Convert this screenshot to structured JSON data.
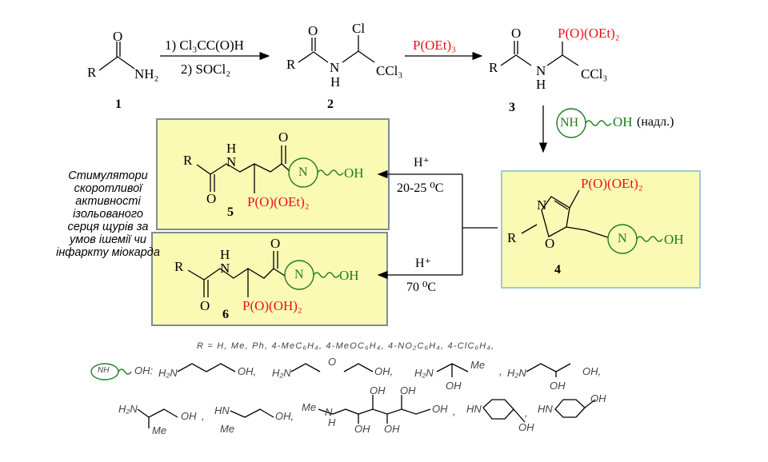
{
  "colors": {
    "reagent_red": "#e8101a",
    "amine_green": "#1f7a1f",
    "box_fill": "#fafab4"
  },
  "reagents": {
    "step1_line1": "1) Cl₃CC(O)H",
    "step1_line2": "2) SOCl₂",
    "step2": "P(OEt)₃",
    "step3_amine": "NH",
    "step3_oh": "OH",
    "step3_excess": "(надл.)",
    "acid_upper": "H⁺",
    "cond_upper": "20-25 ⁰C",
    "acid_lower": "H⁺",
    "cond_lower": "70 ⁰C"
  },
  "compounds": {
    "c1": {
      "number": "1",
      "R": "R",
      "O": "O",
      "NH2": "NH₂"
    },
    "c2": {
      "number": "2",
      "R": "R",
      "O": "O",
      "N": "N",
      "H": "H",
      "Cl": "Cl",
      "CCl3": "CCl₃"
    },
    "c3": {
      "number": "3",
      "R": "R",
      "O": "O",
      "N": "N",
      "H": "H",
      "P": "P(O)(OEt)₂",
      "CCl3": "CCl₃"
    },
    "c4": {
      "number": "4",
      "R": "R",
      "N_ring": "N",
      "O_ring": "O",
      "P": "P(O)(OEt)₂",
      "amine_N": "N",
      "OH": "OH"
    },
    "c5": {
      "number": "5",
      "R": "R",
      "O1": "O",
      "H": "H",
      "N": "N",
      "O2": "O",
      "P": "P(O)(OEt)₂",
      "amine_N": "N",
      "OH": "OH"
    },
    "c6": {
      "number": "6",
      "R": "R",
      "O1": "O",
      "H": "H",
      "N": "N",
      "O2": "O",
      "P": "P(O)(OH)₂",
      "amine_N": "N",
      "OH": "OH"
    }
  },
  "note": "Стимулятори скоротливої активності ізольованого серця щурів за умов ішемії чи інфаркту міокарда",
  "legend": {
    "r_groups": "R = H, Me, Ph, 4-MeC₆H₄, 4-MeOC₆H₄, 4-NO₂C₆H₄, 4-ClC₆H₄,",
    "amine_key_nh": "NH",
    "amine_key_oh": "OH:",
    "a1": {
      "n": "H₂N",
      "oh": "OH,"
    },
    "a2": {
      "n": "H₂N",
      "o": "O",
      "oh": "OH,"
    },
    "a3": {
      "n": "H₂N",
      "me": "Me",
      "oh": "OH",
      "sep": ","
    },
    "a4": {
      "n": "H₂N",
      "oh1": "OH,",
      "oh2": "OH"
    },
    "a5": {
      "n": "H₂N",
      "oh": "OH",
      "me": "Me",
      "sep": ","
    },
    "a6": {
      "n": "HN",
      "me": "Me",
      "oh": "OH,"
    },
    "a7": {
      "me": "Me",
      "n": "N",
      "h": "H",
      "oh_top1": "OH",
      "oh_top2": "OH",
      "oh_bot1": "OH",
      "oh_bot2": "OH",
      "oh_end": "OH",
      "sep": ","
    },
    "a8": {
      "n": "HN",
      "oh": "OH",
      "sep": ","
    },
    "a9": {
      "n": "HN",
      "oh": "OH"
    }
  }
}
